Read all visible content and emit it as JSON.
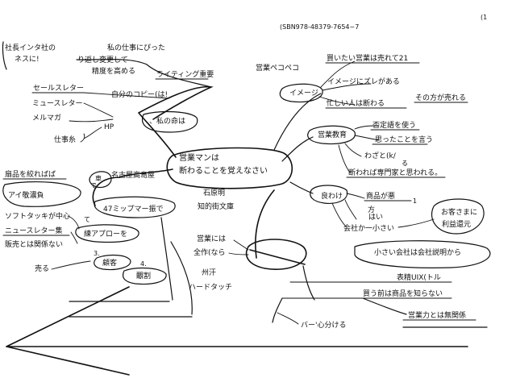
{
  "header": {
    "isbn": "(SBN978-48379-7654~7",
    "page_number": "(1"
  },
  "center": {
    "line1": "営業マンは",
    "line2": "断わることを覚えなさい"
  },
  "book": {
    "author": "石原明",
    "publisher": "知的街文庫"
  },
  "left_branch": {
    "president": [
      "社長インタ社の",
      "ネスに!"
    ],
    "fits_job": "私の仕事にぴった",
    "repeat_change": "り返し変更して",
    "improve_accuracy": "精度を高める",
    "writing_important": "ライティング重要",
    "sales_letter": "セールスレター",
    "own_copy": "自分のコピー(は!",
    "newsletter": "ミュースレター",
    "mailmag": "メルマガ",
    "hp": "HP",
    "work": "仕事糸",
    "my_life": "、私の命は",
    "narrow_products": "扇品を絞ればば",
    "idol_band": "アイ敬濃負",
    "company_nagoya": "名古屋高島屋",
    "c_ta": "車",
    "c_de": "で",
    "mima": "47ミップマー振で",
    "software": "ソフトタッキが中心",
    "newsletter_collection": "ニュースレター集",
    "unrelated_sales": "販売とは関係ない",
    "approach": "練アプローを",
    "te": "て",
    "dispatch": "顧客",
    "n3": "3.",
    "n4": "4.",
    "selling": "売る",
    "rules": "覼割"
  },
  "right_branch": {
    "image": "イメージ",
    "shameful": "営業ペコペコ",
    "want_to_buy": "買いたい営業は売れて21",
    "mismatch": "イメージにズレがある",
    "busy_refuse": "忙しい人は断わる",
    "better_sell": "その方が売れる",
    "sales_education": "営業教育",
    "use_negation": "否定語を使う",
    "say_thought": "思ったことを言う",
    "wazato": "わざと(k/",
    "ru": "る",
    "expert_refusal": "断われば専門家と思われる。",
    "good_reason": "良わけ",
    "products_bad": "商品が悪",
    "kata": "方",
    "ide": "1",
    "hai": "はい",
    "small_company": "会社か一小さい",
    "customer_profit": [
      "お客さまに",
      "利益還元"
    ],
    "explain_company": "小さい会社は会社説明から",
    "ten_uix": "表精UIX(トル",
    "dont_know_product": "買う前は商品を知らない",
    "sales_unrelated": "営業力とは無関係",
    "sales_ha": "営業には",
    "kanda": "全作(なら",
    "sweat": "州汗",
    "hard_touch": "ハードタッチ",
    "bar_separate": "バー'心分ける"
  }
}
